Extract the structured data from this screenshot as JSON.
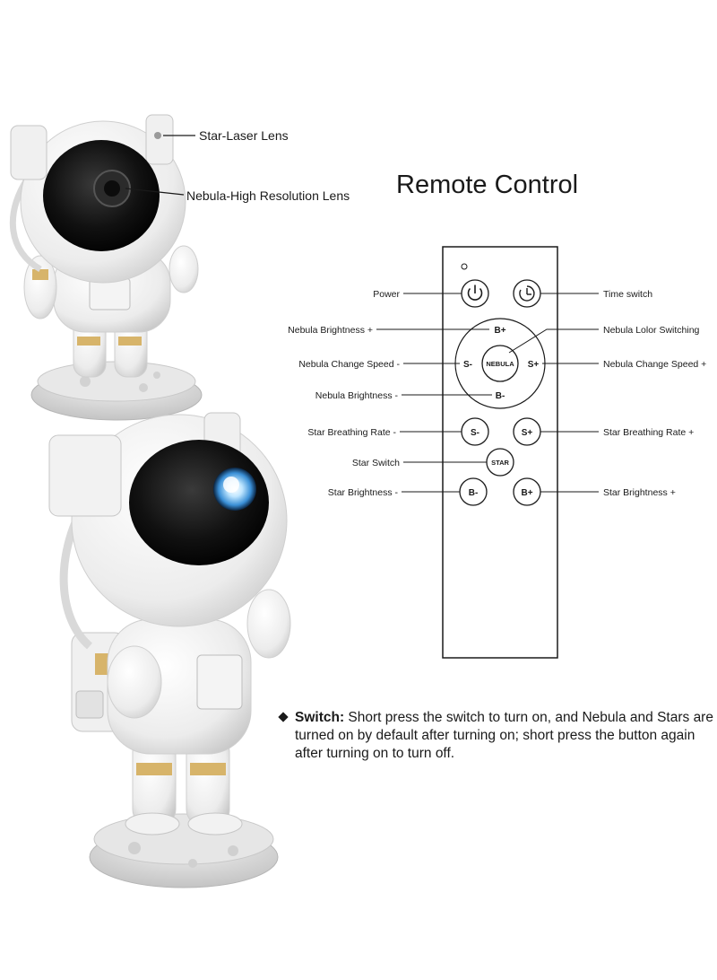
{
  "title": "Remote Control",
  "product_callouts": {
    "star_laser": "Star-Laser Lens",
    "nebula_lens": "Nebula-High Resolution Lens"
  },
  "remote": {
    "buttons": {
      "power": "power-icon",
      "timer": "timer-icon",
      "nebula_b_plus": "B+",
      "nebula_b_minus": "B-",
      "nebula_s_minus": "S-",
      "nebula_s_plus": "S+",
      "nebula": "NEBULA",
      "star_s_minus": "S-",
      "star_s_plus": "S+",
      "star": "STAR",
      "star_b_minus": "B-",
      "star_b_plus": "B+"
    },
    "labels_left": {
      "power": "Power",
      "nebula_brightness_plus": "Nebula Brightness +",
      "nebula_change_speed_minus": "Nebula Change Speed -",
      "nebula_brightness_minus": "Nebula Brightness -",
      "star_breathing_minus": "Star Breathing Rate -",
      "star_switch": "Star Switch",
      "star_brightness_minus": "Star Brightness -"
    },
    "labels_right": {
      "time_switch": "Time switch",
      "nebula_color": "Nebula Lolor Switching",
      "nebula_change_speed_plus": "Nebula Change Speed +",
      "star_breathing_plus": "Star Breathing Rate +",
      "star_brightness_plus": "Star Brightness +"
    }
  },
  "note": {
    "heading": "Switch:",
    "text": " Short press the switch to turn on, and Nebula and Stars are turned on by default after turning on; short press the button again after turning on to turn off."
  }
}
